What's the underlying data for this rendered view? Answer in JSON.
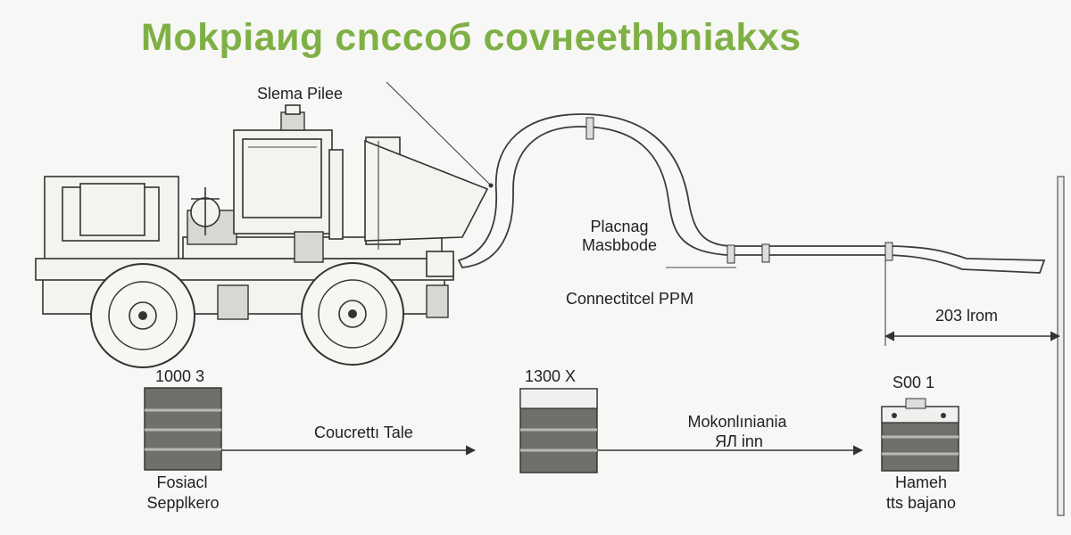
{
  "title": "Mokpiaиg cnccoб covнeethbniakxs",
  "labels": {
    "slurry_pipe": "Slema Pilee",
    "placing_machine": {
      "line1": "Placnag",
      "line2": "Masbbode"
    },
    "connection": "Connectitcel PPM",
    "distance": "203 lrom",
    "tank1_value": "1000 3",
    "tank1_name": {
      "line1": "Fosiacl",
      "line2": "Sepplkero"
    },
    "flow1": "Coucrettı Tale",
    "tank2_value": "1300 X",
    "flow2": {
      "line1": "Mokonlıniania",
      "line2": "ЯЛ inn"
    },
    "tank3_value": "S00 1",
    "tank3_name": {
      "line1": "Hameh",
      "line2": "tts bajano"
    }
  },
  "colors": {
    "title": "#7fb045",
    "tank_fill": "#6f6f6b",
    "tank_stripe": "#b9b9b4",
    "background": "#f7f7f5"
  },
  "icons": {
    "machine": "concrete-pump-truck-icon",
    "pipe": "delivery-hose-icon",
    "tank": "supply-tank-icon"
  }
}
